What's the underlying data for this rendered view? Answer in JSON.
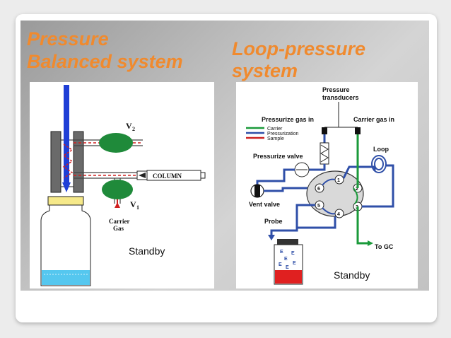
{
  "titles": {
    "left_line1": "Pressure",
    "left_line2": "Balanced system",
    "right_line1": "Loop-pressure",
    "right_line2": "system"
  },
  "left_diagram": {
    "valve_v2": "V",
    "valve_v2_sub": "2",
    "valve_v1": "V",
    "valve_v1_sub": "1",
    "column": "COLUMN",
    "carrier_line1": "Carrier",
    "carrier_line2": "Gas",
    "state": "Standby"
  },
  "right_diagram": {
    "pressure_line1": "Pressure",
    "pressure_line2": "transducers",
    "pressurize_gas_in": "Pressurize gas in",
    "carrier_gas_in": "Carrier gas in",
    "legend": [
      {
        "label": "Carrier",
        "color": "#1a9a3a"
      },
      {
        "label": "Pressurization",
        "color": "#2f4fa8"
      },
      {
        "label": "Sample",
        "color": "#cc2222"
      }
    ],
    "pressurize_valve": "Pressurize valve",
    "loop": "Loop",
    "vent_valve": "Vent valve",
    "probe": "Probe",
    "to_gc": "To GC",
    "ports": [
      "1",
      "2",
      "3",
      "4",
      "5",
      "6"
    ],
    "vial_marks": [
      "E",
      "E",
      "E",
      "E",
      "E",
      "E"
    ],
    "state": "Standby"
  },
  "colors": {
    "title_orange": "#f08a2e",
    "column_blue": "#1f3fd6",
    "valve_green": "#1f8a3a",
    "carrier_red": "#d02020",
    "liquid_cyan": "#55c7ef",
    "pressurization_blue": "#2f4fa8",
    "carrier_green": "#1a9a3a",
    "vial_red": "#e02020"
  }
}
